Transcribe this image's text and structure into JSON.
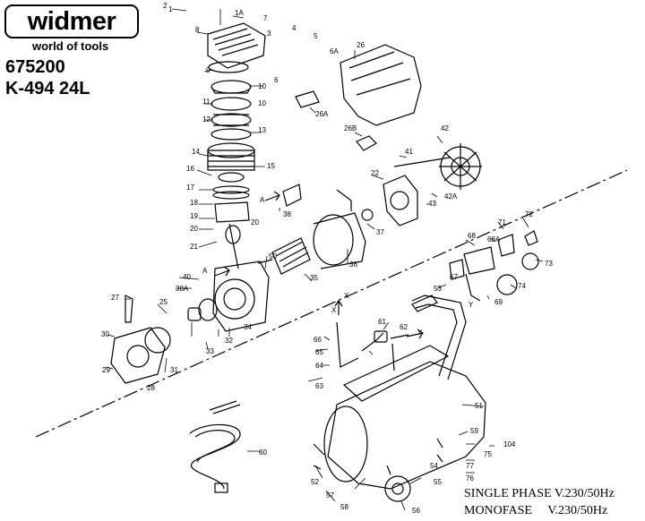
{
  "brand": {
    "name": "widmer",
    "tagline": "world of tools"
  },
  "product": {
    "code": "675200",
    "model": "K-494 24L"
  },
  "power_spec": {
    "line1": "SINGLE PHASE V.230/50Hz",
    "line2": "MONOFASE     V.230/50Hz"
  },
  "callouts": [
    "1",
    "1A",
    "2",
    "3",
    "4",
    "5",
    "6",
    "6A",
    "7",
    "8",
    "9",
    "10",
    "10",
    "11",
    "12",
    "13",
    "14",
    "15",
    "16",
    "17",
    "18",
    "19",
    "20",
    "20",
    "21",
    "22",
    "25",
    "26",
    "26A",
    "26B",
    "27",
    "28",
    "29",
    "30",
    "31",
    "32",
    "33",
    "34",
    "35",
    "36",
    "37",
    "38",
    "38A",
    "40",
    "41",
    "42",
    "42A",
    "43",
    "50",
    "51",
    "52",
    "53",
    "54",
    "55",
    "56",
    "57",
    "58",
    "59",
    "60",
    "61",
    "62",
    "63",
    "64",
    "65",
    "66",
    "67",
    "68",
    "68A",
    "69",
    "71",
    "72",
    "73",
    "74",
    "75",
    "76",
    "77",
    "104"
  ],
  "flow_markers": [
    "A",
    "A",
    "X",
    "X",
    "Y",
    "Y"
  ]
}
